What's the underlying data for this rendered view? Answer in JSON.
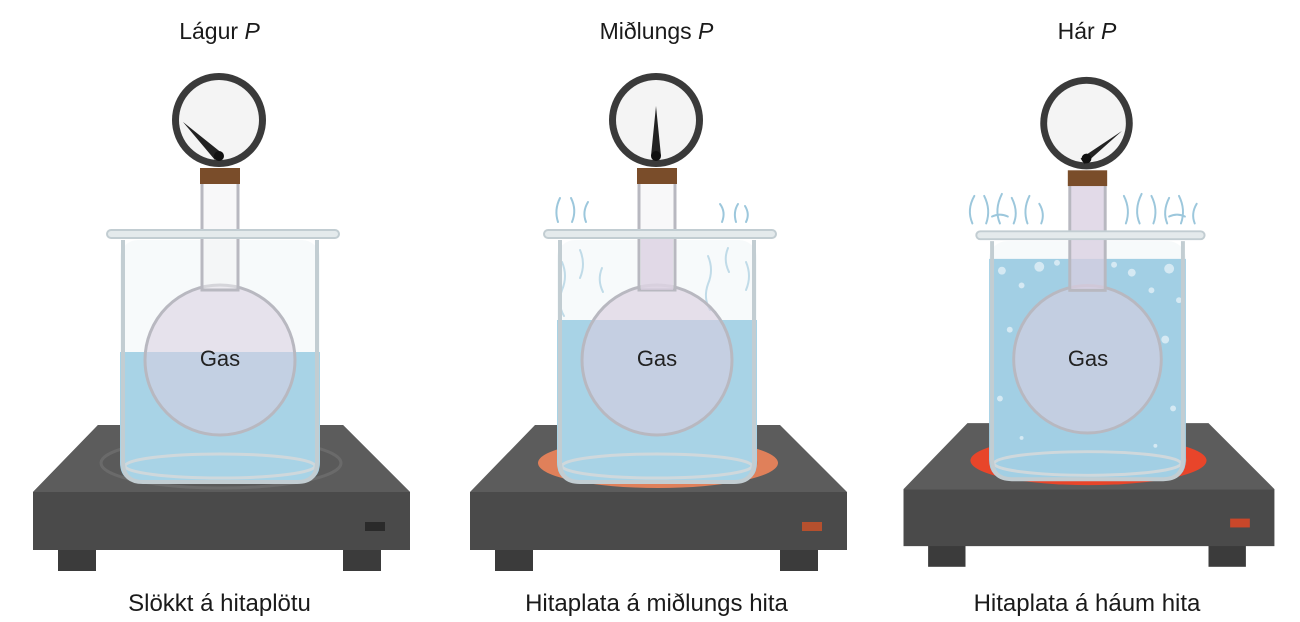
{
  "panels": [
    {
      "title_word": "Lágur",
      "title_var": "P",
      "gas_label": "Gas",
      "caption": "Slökkt á hitaplötu",
      "heat_level": "off",
      "gauge_level": "low",
      "colors": {
        "hot_ring": "none"
      }
    },
    {
      "title_word": "Miðlungs",
      "title_var": "P",
      "gas_label": "Gas",
      "caption": "Hitaplata á miðlungs hita",
      "heat_level": "medium",
      "gauge_level": "medium",
      "colors": {
        "hot_ring": "#e0805a"
      }
    },
    {
      "title_word": "Hár",
      "title_var": "P",
      "gas_label": "Gas",
      "caption": "Hitaplata á háum hita",
      "heat_level": "high",
      "gauge_level": "high",
      "colors": {
        "hot_ring": "#e8452a"
      }
    }
  ],
  "colors": {
    "water": "#a8d3e6",
    "hotplate": "#4d4d4d",
    "gas": "#d8cde0",
    "gauge_rim": "#3a3a3a"
  }
}
